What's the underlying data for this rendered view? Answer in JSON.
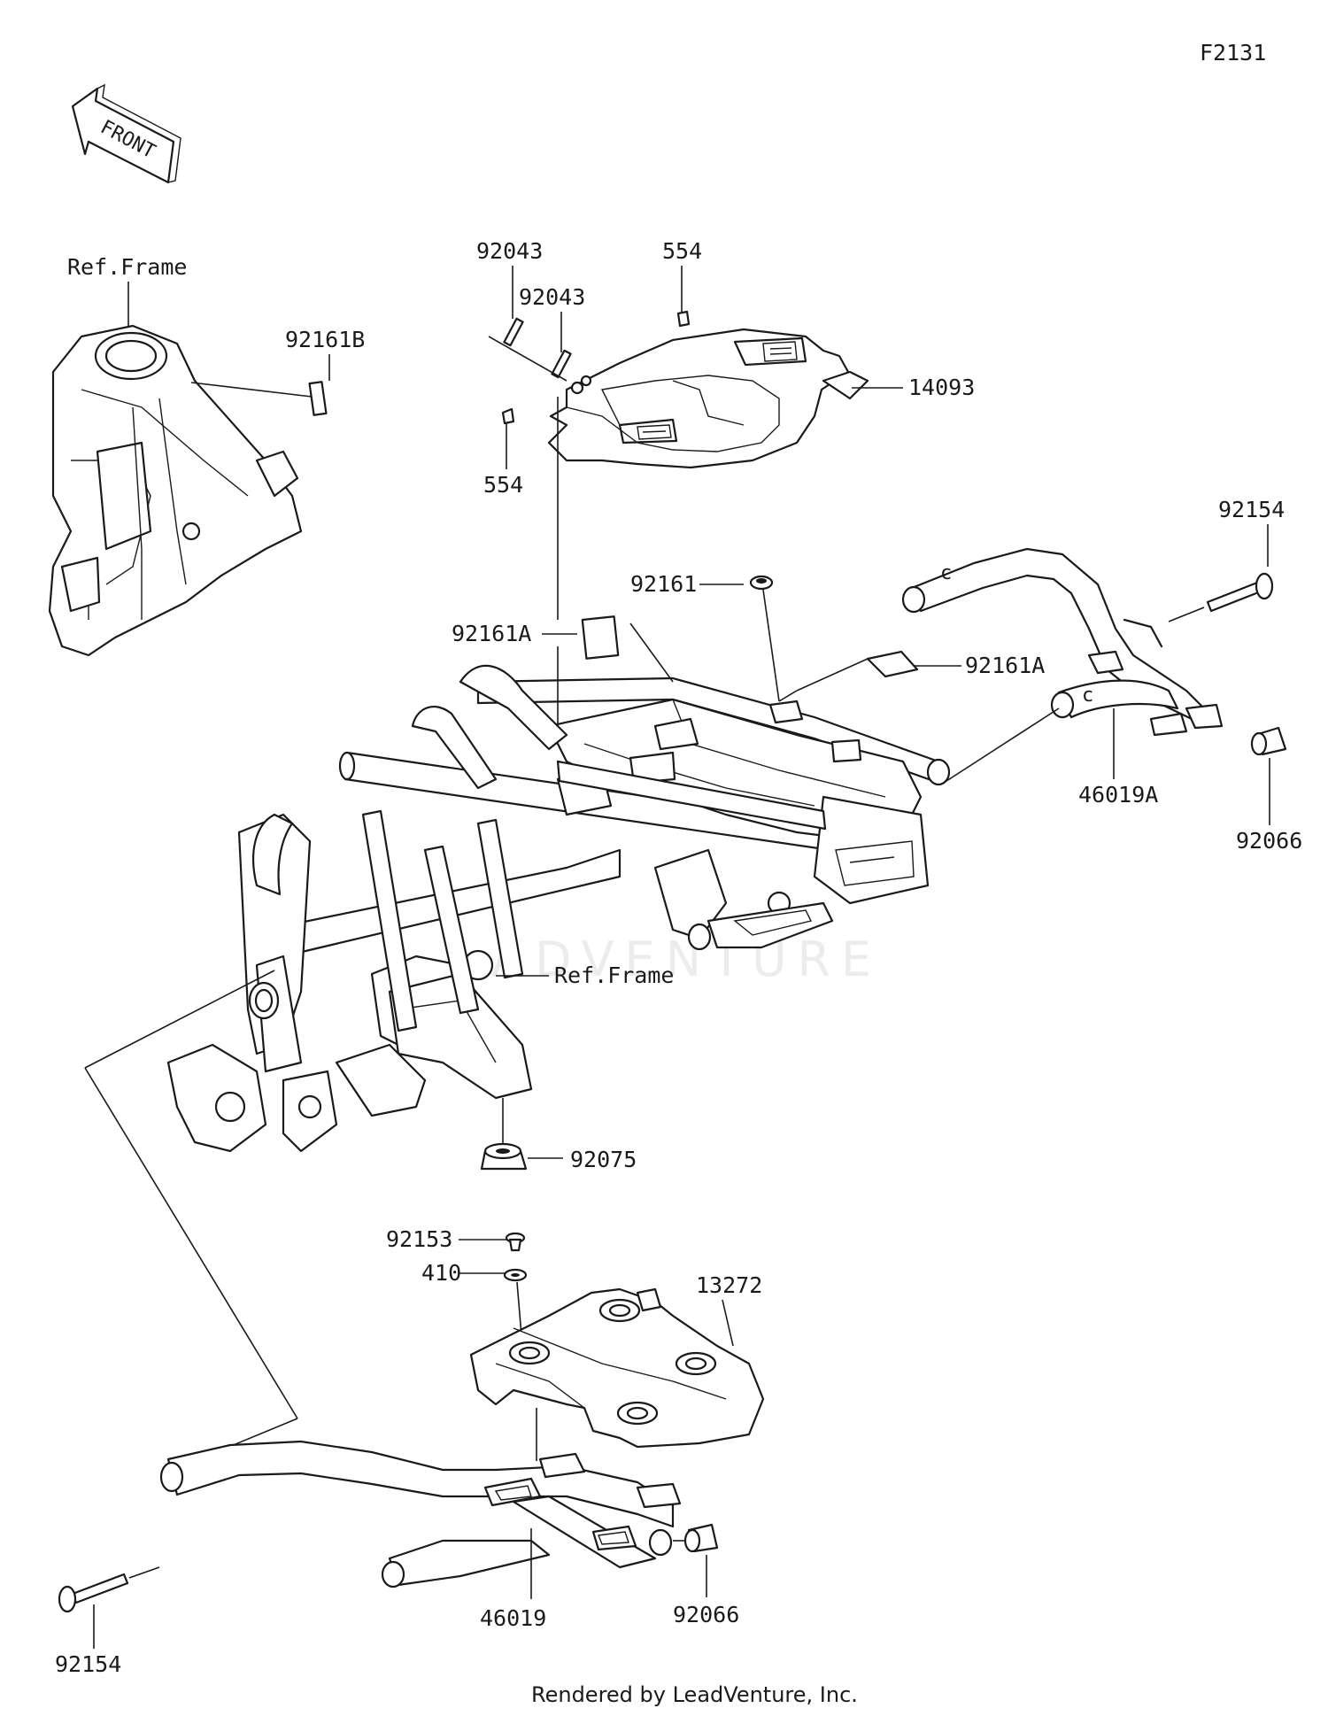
{
  "diagram_code": "F2131",
  "front_label": "FRONT",
  "watermark": "ADVENTURE",
  "footer": "Rendered by LeadVenture, Inc.",
  "reference_labels": [
    "Ref.Frame",
    "Ref.Frame"
  ],
  "callouts": [
    {
      "id": "92043a",
      "text": "92043"
    },
    {
      "id": "92043b",
      "text": "92043"
    },
    {
      "id": "554a",
      "text": "554"
    },
    {
      "id": "554b",
      "text": "554"
    },
    {
      "id": "14093",
      "text": "14093"
    },
    {
      "id": "92161B",
      "text": "92161B"
    },
    {
      "id": "92161",
      "text": "92161"
    },
    {
      "id": "92161Aa",
      "text": "92161A"
    },
    {
      "id": "92161Ab",
      "text": "92161A"
    },
    {
      "id": "92154a",
      "text": "92154"
    },
    {
      "id": "46019A",
      "text": "46019A"
    },
    {
      "id": "92066a",
      "text": "92066"
    },
    {
      "id": "92075",
      "text": "92075"
    },
    {
      "id": "92153",
      "text": "92153"
    },
    {
      "id": "410",
      "text": "410"
    },
    {
      "id": "13272",
      "text": "13272"
    },
    {
      "id": "92154b",
      "text": "92154"
    },
    {
      "id": "46019",
      "text": "46019"
    },
    {
      "id": "92066b",
      "text": "92066"
    }
  ]
}
